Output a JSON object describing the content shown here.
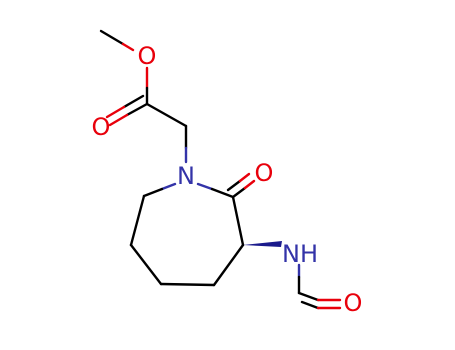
{
  "molecule": {
    "atoms": {
      "ester_o_single": "O",
      "ester_o_double": "O",
      "ring_n": "N",
      "lactam_o": "O",
      "amide_nh": "NH",
      "formyl_o": "O"
    },
    "colors": {
      "oxygen": "#e8000b",
      "nitrogen": "#3333a8",
      "carbon_bond": "#000000",
      "background": "#ffffff"
    }
  }
}
